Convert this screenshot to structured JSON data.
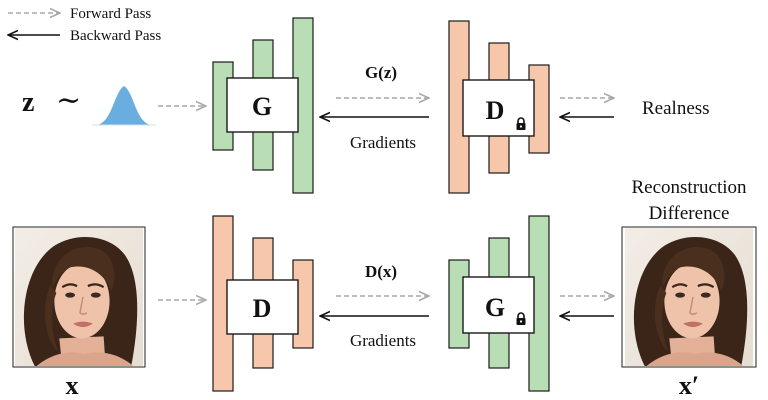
{
  "legend": {
    "forward": "Forward Pass",
    "backward": "Backward Pass"
  },
  "top_row": {
    "input_symbol": "z",
    "tilde": "∼",
    "generator": "G",
    "discriminator": "D",
    "forward_label": "G(z)",
    "backward_label": "Gradients",
    "output_label": "Realness"
  },
  "bottom_row": {
    "input_label": "x",
    "encoder": "D",
    "generator": "G",
    "forward_label": "D(x)",
    "backward_label": "Gradients",
    "output_label_line1": "Reconstruction",
    "output_label_line2": "Difference",
    "output_image_label": "x′"
  },
  "colors": {
    "generator_layer": "#b9ddb5",
    "discriminator_layer": "#f6c7ab",
    "layer_stroke": "#1a1a1a",
    "dashed_arrow": "#a8a8a8",
    "solid_arrow": "#111111",
    "gaussian": "#6aaee0"
  },
  "icons": {
    "lock": "lock-icon",
    "face_photo": "face-photo"
  }
}
